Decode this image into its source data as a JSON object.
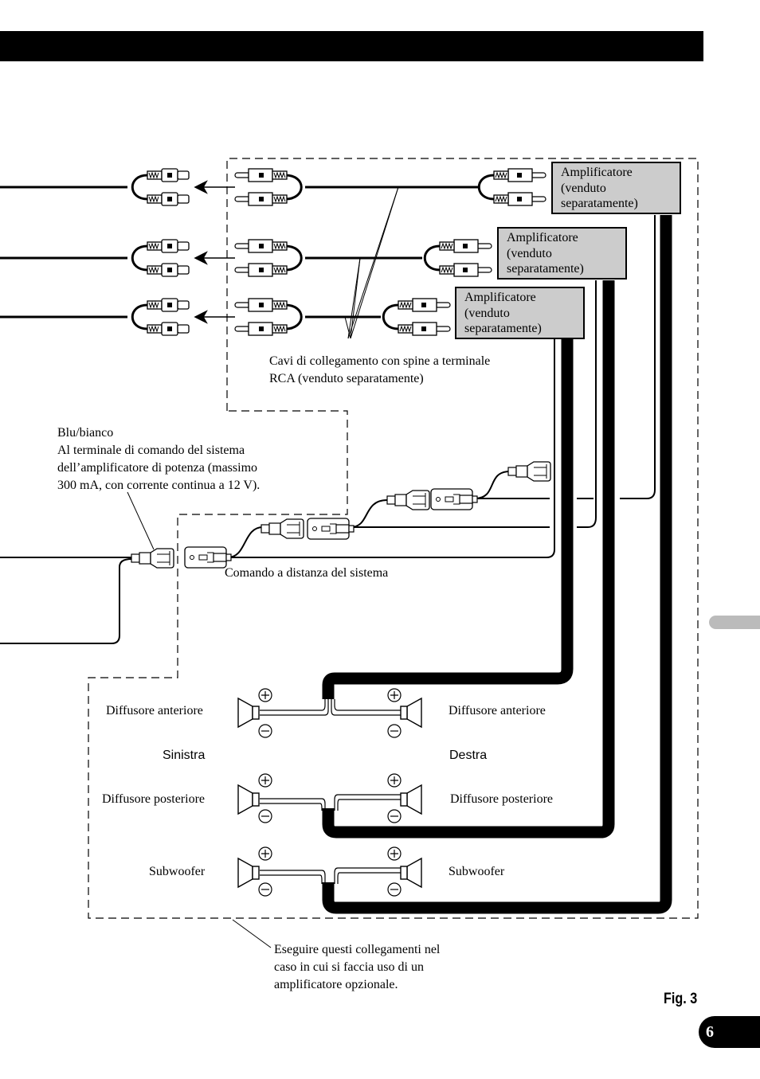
{
  "figure": {
    "label": "Fig. 3",
    "page_number": "6"
  },
  "amplifiers": [
    {
      "line1": "Amplificatore",
      "line2": "(venduto",
      "line3": "separatamente)"
    },
    {
      "line1": "Amplificatore",
      "line2": "(venduto",
      "line3": "separatamente)"
    },
    {
      "line1": "Amplificatore",
      "line2": "(venduto",
      "line3": "separatamente)"
    }
  ],
  "rca_note": {
    "line1": "Cavi di collegamento con spine a terminale",
    "line2": "RCA (venduto separatamente)"
  },
  "remote_note": {
    "line1": "Blu/bianco",
    "line2": "Al terminale di comando del sistema",
    "line3": "dell’amplificatore di potenza  (massimo",
    "line4": "300 mA, con corrente continua a 12 V)."
  },
  "remote_label": "Comando a distanza del sistema",
  "speakers": {
    "left_side": "Sinistra",
    "right_side": "Destra",
    "front_left": "Diffusore  anteriore",
    "front_right": "Diffusore  anteriore",
    "rear_left": "Diffusore posteriore",
    "rear_right": "Diffusore posteriore",
    "sub_left": "Subwoofer",
    "sub_right": "Subwoofer",
    "plus_symbol": "+",
    "minus_symbol": "−"
  },
  "optional_note": {
    "line1": "Eseguire questi collegamenti nel",
    "line2": "caso in cui si faccia uso di un",
    "line3": "amplificatore opzionale."
  }
}
